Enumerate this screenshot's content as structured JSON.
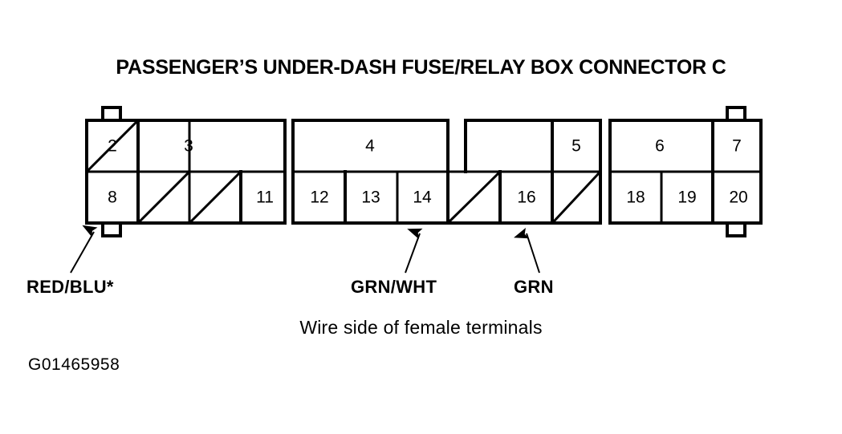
{
  "title": "PASSENGER’S UNDER-DASH FUSE/RELAY BOX CONNECTOR C",
  "caption": "Wire side of female terminals",
  "figure_code": "G01465958",
  "colors": {
    "ink": "#000000",
    "background": "#ffffff"
  },
  "connector": {
    "name": "CONNECTOR C",
    "rows": 2,
    "top_row": [
      {
        "id": "cell-1",
        "label": "",
        "blank": true,
        "span": 1
      },
      {
        "id": "cell-2",
        "label": "2",
        "blank": false,
        "span": 1
      },
      {
        "id": "cell-3",
        "label": "3",
        "blank": false,
        "span": 2
      },
      {
        "id": "cell-4",
        "label": "4",
        "blank": false,
        "span": 2
      },
      {
        "id": "cell-top-blank",
        "label": "",
        "blank": true,
        "span": 1
      },
      {
        "id": "cell-5",
        "label": "5",
        "blank": false,
        "span": 2
      },
      {
        "id": "cell-6",
        "label": "6",
        "blank": false,
        "span": 2
      },
      {
        "id": "cell-7",
        "label": "7",
        "blank": false,
        "span": 1
      }
    ],
    "bottom_row": [
      {
        "id": "cell-8",
        "label": "8",
        "blank": false
      },
      {
        "id": "cell-9",
        "label": "",
        "blank": true
      },
      {
        "id": "cell-10",
        "label": "",
        "blank": true
      },
      {
        "id": "cell-11",
        "label": "11",
        "blank": false
      },
      {
        "id": "cell-12",
        "label": "12",
        "blank": false
      },
      {
        "id": "cell-13",
        "label": "13",
        "blank": false
      },
      {
        "id": "cell-14",
        "label": "14",
        "blank": false
      },
      {
        "id": "cell-15",
        "label": "",
        "blank": true
      },
      {
        "id": "cell-16",
        "label": "16",
        "blank": false
      },
      {
        "id": "cell-17",
        "label": "",
        "blank": true
      },
      {
        "id": "cell-18",
        "label": "18",
        "blank": false
      },
      {
        "id": "cell-19",
        "label": "19",
        "blank": false
      },
      {
        "id": "cell-20",
        "label": "20",
        "blank": false
      }
    ]
  },
  "callouts": [
    {
      "id": "callout-red-blu",
      "label": "RED/BLU*",
      "points_to": "cell-8"
    },
    {
      "id": "callout-grn-wht",
      "label": "GRN/WHT",
      "points_to": "cell-14"
    },
    {
      "id": "callout-grn",
      "label": "GRN",
      "points_to": "cell-16"
    }
  ]
}
